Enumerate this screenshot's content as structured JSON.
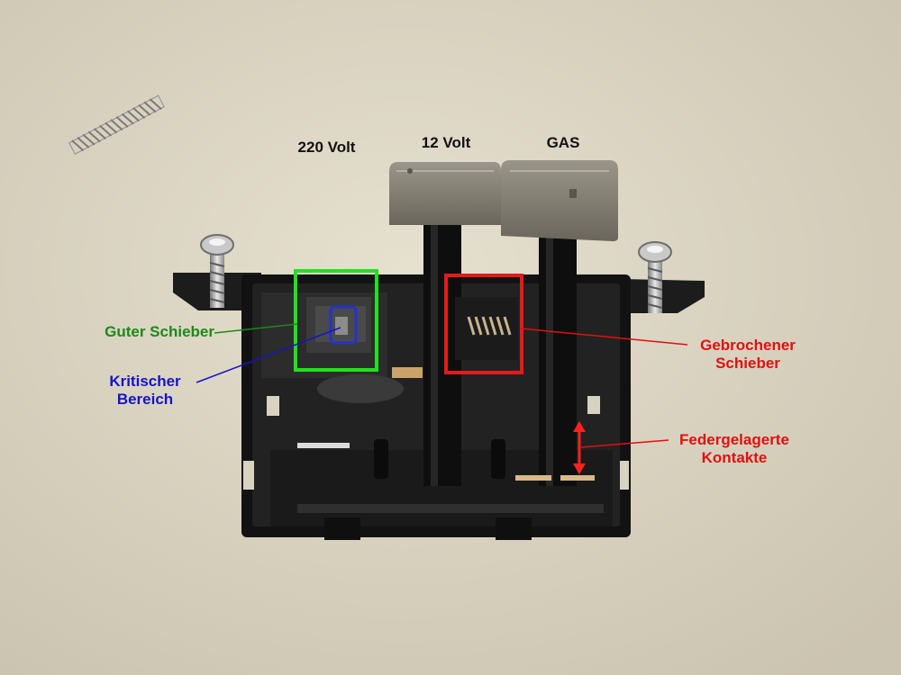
{
  "labels": {
    "switch_220v": "220 Volt",
    "switch_12v": "12 Volt",
    "switch_gas": "GAS",
    "good_slider": "Guter Schieber",
    "critical_area": [
      "Kritischer",
      "Bereich"
    ],
    "broken_slider": [
      "Gebrochener",
      "Schieber"
    ],
    "spring_contacts": [
      "Federgelagerte",
      "Kontakte"
    ]
  },
  "colors": {
    "good": "#1a8a1a",
    "critical": "#1414c8",
    "broken": "#e01010",
    "box_green": "#22e022",
    "box_red": "#e51b1b",
    "box_blue": "#2233cc"
  },
  "objects": {
    "spring": "loose-coil-spring",
    "switch_unit": "three-way-rocker-switch-housing",
    "screws": [
      "left-mounting-screw",
      "right-mounting-screw"
    ],
    "buttons": [
      "12-volt-button-cap",
      "gas-button-cap"
    ]
  }
}
